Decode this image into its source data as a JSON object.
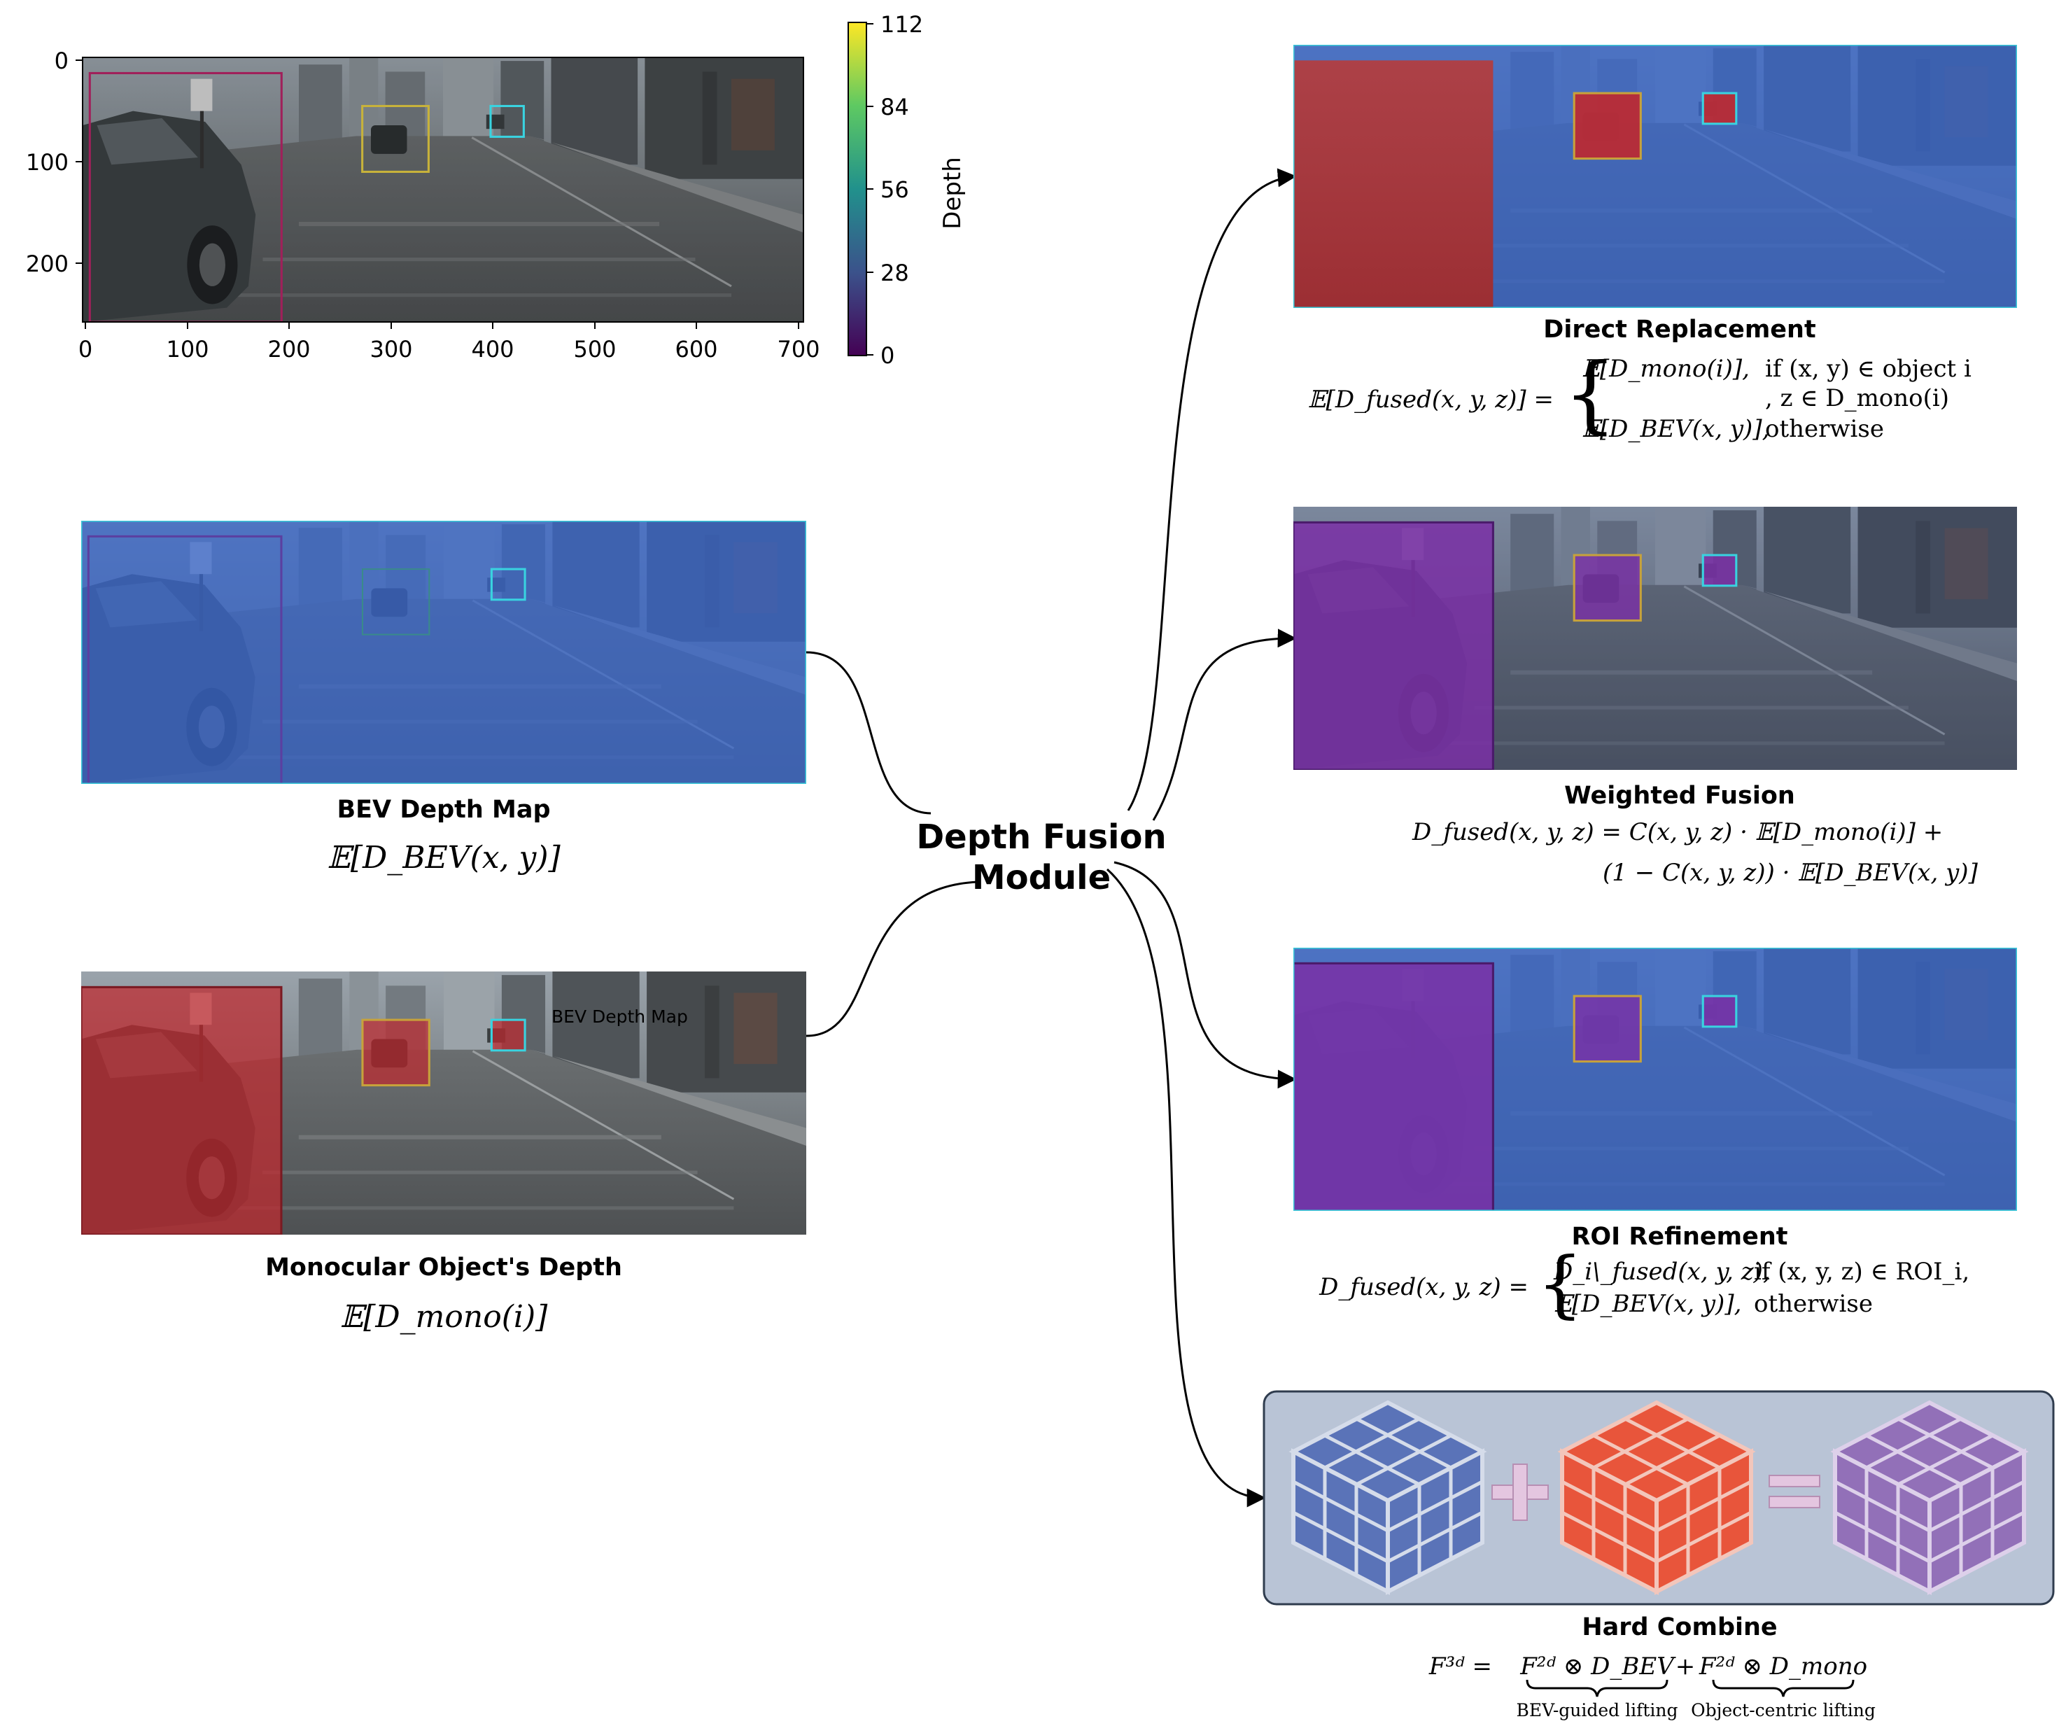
{
  "top_plot": {
    "y_ticks": [
      "0",
      "100",
      "200"
    ],
    "x_ticks": [
      "0",
      "100",
      "200",
      "300",
      "400",
      "500",
      "600",
      "700"
    ],
    "colorbar": {
      "ticks": [
        "112",
        "84",
        "56",
        "28",
        "0"
      ],
      "label": "Depth"
    }
  },
  "left_panels": {
    "bev": {
      "title": "BEV Depth Map",
      "formula": "𝔼[D_BEV(x, y)]"
    },
    "mono": {
      "title": "Monocular Object's Depth",
      "formula": "𝔼[D_mono(i)]",
      "overlay_label": "BEV Depth Map"
    }
  },
  "center": {
    "line1": "Depth Fusion",
    "line2": "Module"
  },
  "right_panels": {
    "direct": {
      "title": "Direct Replacement",
      "lhs": "𝔼[D_fused(x, y, z)] =",
      "case1_expr": "𝔼[D_mono(i)],",
      "case1_cond": "if (x, y) ∈ object i",
      "case1b_cond": ", z ∈ D_mono(i)",
      "case2_expr": "𝔼[D_BEV(x, y)],",
      "case2_cond": "otherwise"
    },
    "weighted": {
      "title": "Weighted Fusion",
      "line1": "D_fused(x, y, z) = C(x, y, z) · 𝔼[D_mono(i)] +",
      "line2": "(1 − C(x, y, z)) · 𝔼[D_BEV(x, y)]"
    },
    "roi": {
      "title": "ROI Refinement",
      "lhs": "D_fused(x, y, z) =",
      "case1_expr": "D_i\\_fused(x, y, z),",
      "case1_cond": "if (x, y, z) ∈ ROI_i,",
      "case2_expr": "𝔼[D_BEV(x, y)],",
      "case2_cond": "otherwise"
    },
    "hard": {
      "title": "Hard Combine",
      "lhs": "F³ᵈ =",
      "term1": "F²ᵈ ⊗ D_BEV",
      "plus": "+",
      "term2": "F²ᵈ ⊗ D_mono",
      "brace1_label": "BEV-guided lifting",
      "brace2_label": "Object-centric lifting"
    }
  },
  "colors": {
    "bev_blue": "#3a66c8",
    "mono_red": "#c0282e",
    "fused_purple": "#7a2fa6",
    "cube_blue": "#5a73b8",
    "cube_red": "#e8553b",
    "cube_purple": "#9270b8",
    "hard_bg": "#b9c4d6"
  }
}
